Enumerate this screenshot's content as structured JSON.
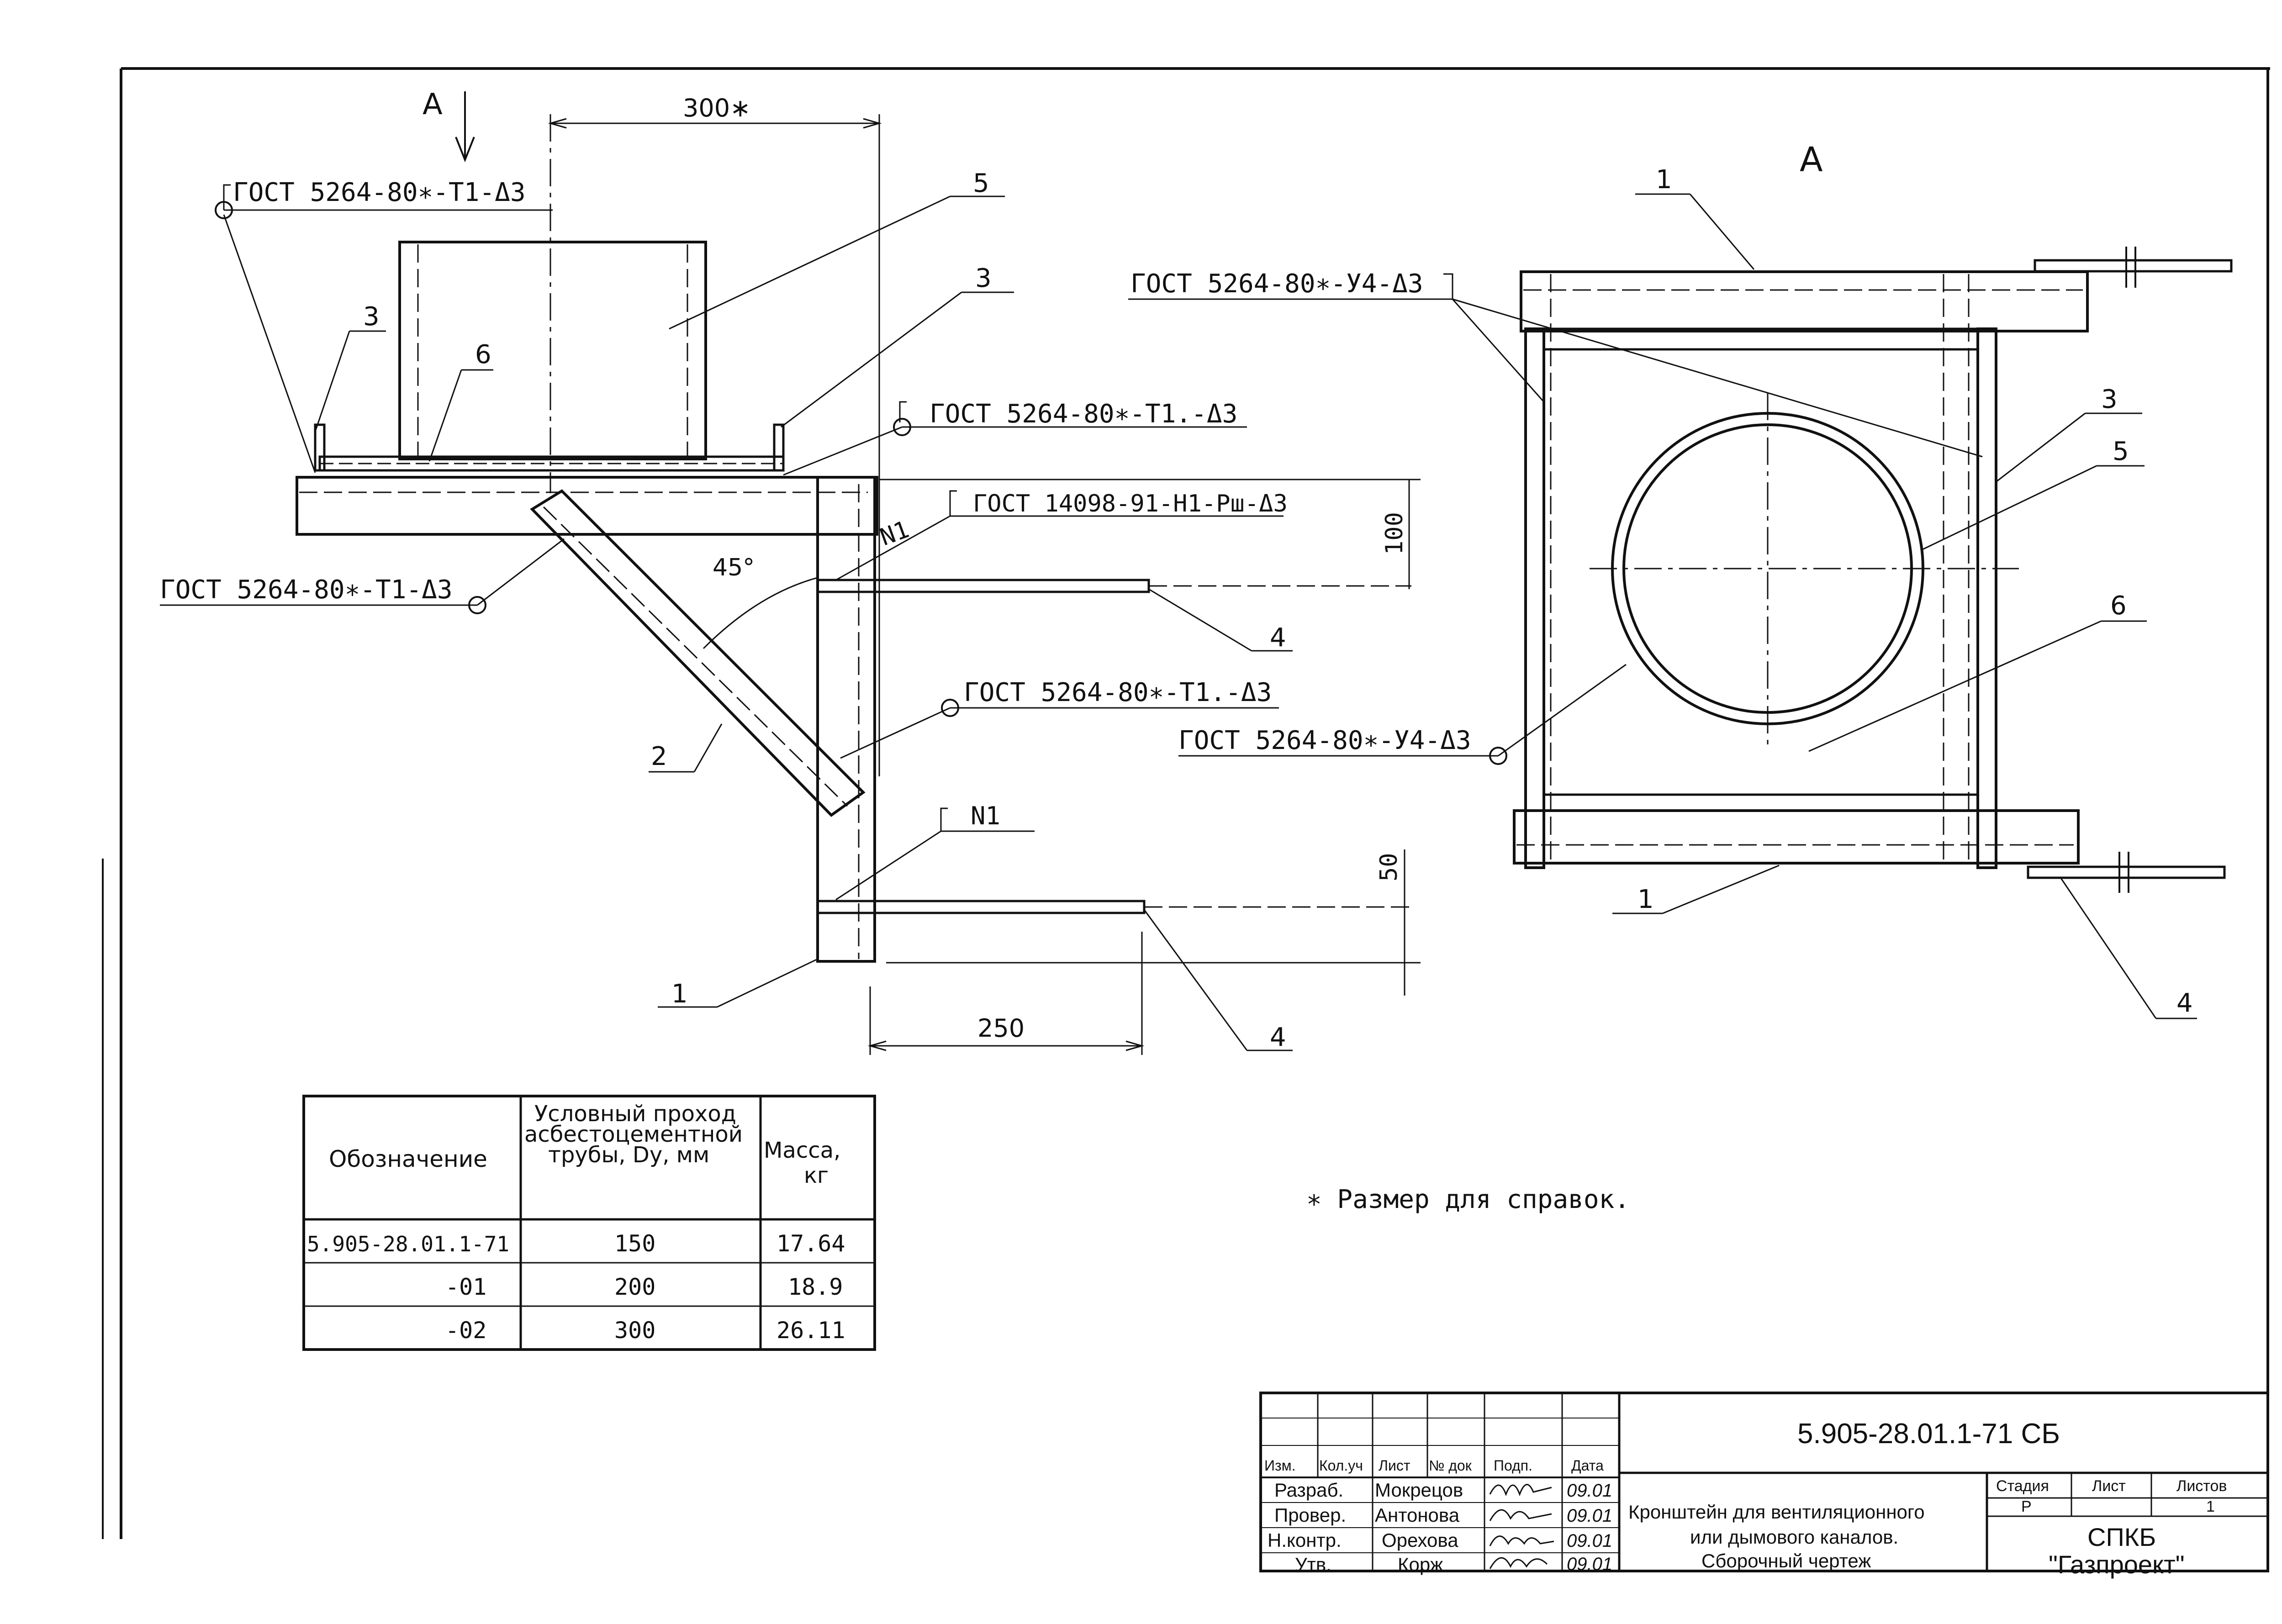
{
  "view_label": "A",
  "view_arrow_label": "A",
  "dimensions": {
    "top_width": "300∗",
    "height_100": "100",
    "height_50": "50",
    "width_250": "250",
    "angle": "45°"
  },
  "weld_callouts": {
    "top_left": "ГОСТ 5264-80∗-Т1-Δ3",
    "right_top": "ГОСТ 5264-80∗-Т1.-Δ3",
    "gost_14098": "ГОСТ 14098-91-Н1-Рш-Δ3",
    "left_mid": "ГОСТ 5264-80∗-Т1-Δ3",
    "right_mid": "ГОСТ 5264-80∗-Т1.-Δ3",
    "n1_top": "N1",
    "n1_bottom": "N1",
    "view_a_top": "ГОСТ 5264-80∗-У4-Δ3",
    "view_a_bottom": "ГОСТ 5264-80∗-У4-Δ3"
  },
  "part_numbers": {
    "p5": "5",
    "p3_right": "3",
    "p3_left": "3",
    "p6": "6",
    "p4_top": "4",
    "p4_bottom": "4",
    "p2": "2",
    "p1": "1",
    "a_p1_top": "1",
    "a_p3": "3",
    "a_p5": "5",
    "a_p6": "6",
    "a_p1_bottom": "1",
    "a_p4": "4"
  },
  "note": "∗ Размер для справок.",
  "spec_table": {
    "headers": [
      "Обозначение",
      "Условный проход асбестоцементной трубы, Dy, мм",
      "Масса, кг"
    ],
    "header_col2_lines": [
      "Условный проход",
      "асбестоцементной",
      "трубы, Dy, мм"
    ],
    "header_col3_lines": [
      "Масса,",
      "кг"
    ],
    "rows": [
      {
        "designation": "5.905-28.01.1-71",
        "dy": "150",
        "mass": "17.64"
      },
      {
        "designation": "-01",
        "dy": "200",
        "mass": "18.9"
      },
      {
        "designation": "-02",
        "dy": "300",
        "mass": "26.11"
      }
    ]
  },
  "title_block": {
    "doc_code": "5.905-28.01.1-71 СБ",
    "col_headers": [
      "Изм.",
      "Кол.уч",
      "Лист",
      "№ док",
      "Подп.",
      "Дата"
    ],
    "roles": [
      {
        "role": "Разраб.",
        "name": "Мокрецов",
        "date": "09.01"
      },
      {
        "role": "Провер.",
        "name": "Антонова",
        "date": "09.01"
      },
      {
        "role": "Н.контр.",
        "name": "Орехова",
        "date": "09.01"
      },
      {
        "role": "Утв.",
        "name": "Корж",
        "date": "09.01"
      }
    ],
    "title_lines": [
      "Кронштейн для вентиляционного",
      "или дымового каналов.",
      "Сборочный чертеж"
    ],
    "stage_label": "Стадия",
    "sheet_label": "Лист",
    "sheets_label": "Листов",
    "stage_value": "Р",
    "sheets_value": "1",
    "org_lines": [
      "СПКБ",
      "\"Газпроект\""
    ]
  }
}
